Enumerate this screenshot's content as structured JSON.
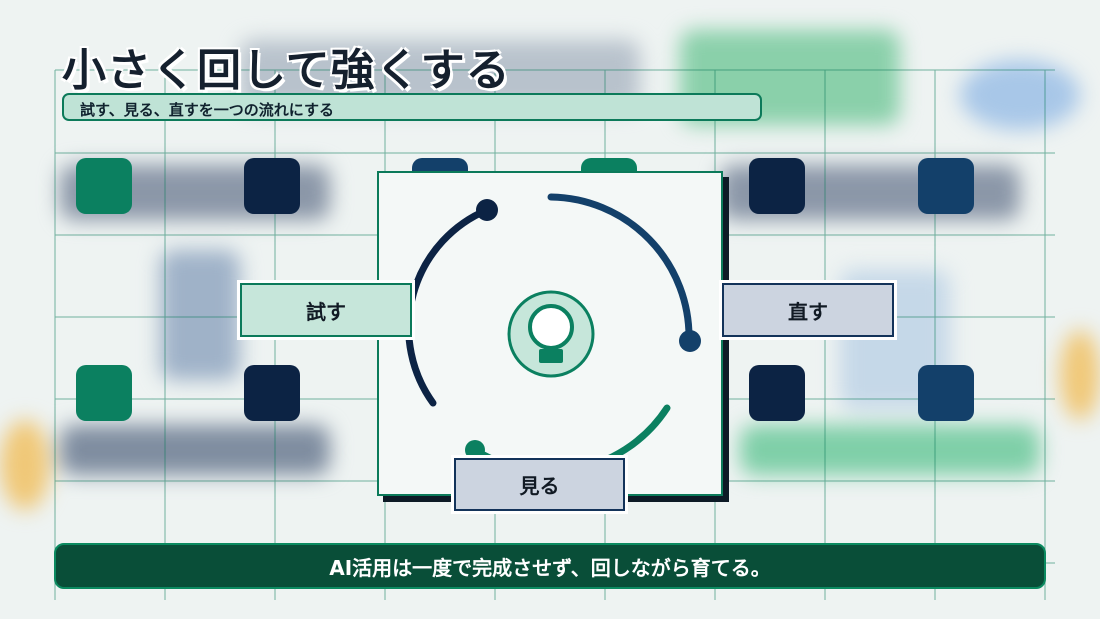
{
  "slide": {
    "title": "小さく回して強くする",
    "subtitle": "試す、見る、直すを一つの流れにする",
    "footer": "AI活用は一度で完成させず、回しながら育てる。"
  },
  "cycle": {
    "steps": [
      {
        "id": "try",
        "label": "試す"
      },
      {
        "id": "see",
        "label": "見る"
      },
      {
        "id": "fix",
        "label": "直す"
      }
    ],
    "center_icon": "lightbulb-icon"
  },
  "colors": {
    "green": "#0b8060",
    "navy": "#0c2344",
    "blue": "#13406a",
    "footer_bg": "#094e38",
    "grid_line": "#0b7a5a"
  }
}
